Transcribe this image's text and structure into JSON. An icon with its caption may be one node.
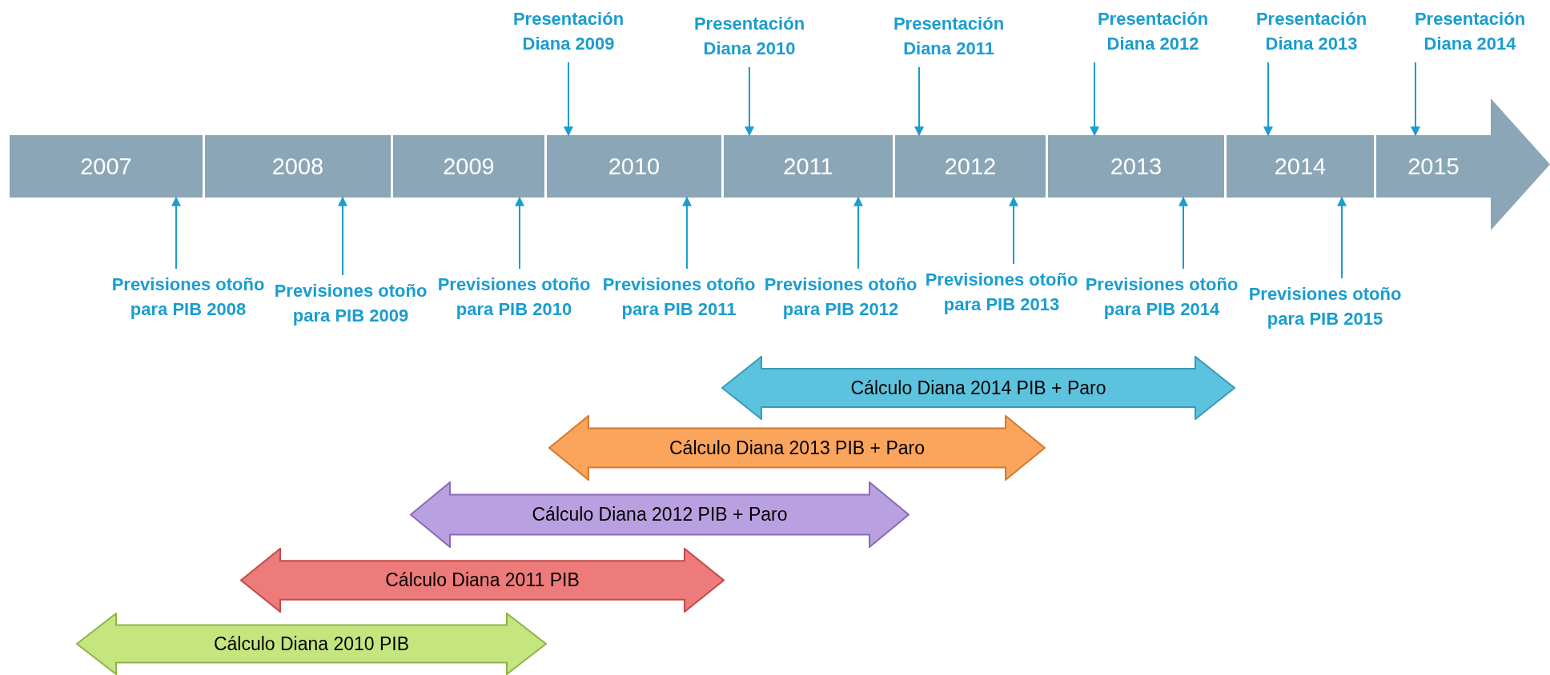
{
  "diagram": {
    "nodes": [
      {
        "text": [],
        "shape": "arrow"
      },
      {
        "text": [
          "2007"
        ],
        "in": 0
      },
      {
        "text": [
          "2008"
        ],
        "in": 0
      },
      {
        "text": [
          "2009"
        ],
        "in": 0
      },
      {
        "text": [
          "2010"
        ],
        "in": 0
      },
      {
        "text": [
          "2011"
        ],
        "in": 0
      },
      {
        "text": [
          "2012"
        ],
        "in": 0
      },
      {
        "text": [
          "2013"
        ],
        "in": 0
      },
      {
        "text": [
          "2014"
        ],
        "in": 0
      },
      {
        "text": [
          "2015"
        ],
        "in": 0
      },
      {
        "text": [
          "Presentación Diana 2009"
        ]
      },
      {
        "text": [
          "Presentación Diana 2010"
        ]
      },
      {
        "text": [
          "Presentación Diana 2011"
        ]
      },
      {
        "text": [
          "Presentación Diana 2012"
        ]
      },
      {
        "text": [
          "Presentación Diana 2013"
        ]
      },
      {
        "text": [
          "Presentación Diana 2014"
        ]
      },
      {
        "text": [
          "Previsiones otoño para PIB 2008"
        ]
      },
      {
        "text": [
          "Previsiones otoño para PIB 2009"
        ]
      },
      {
        "text": [
          "Previsiones otoño para PIB 2010"
        ]
      },
      {
        "text": [
          "Previsiones otoño para PIB 2011"
        ]
      },
      {
        "text": [
          "Previsiones otoño para PIB 2012"
        ]
      },
      {
        "text": [
          "Previsiones otoño para PIB 2013"
        ]
      },
      {
        "text": [
          "Previsiones otoño para PIB 2014"
        ]
      },
      {
        "text": [
          "Previsiones otoño para PIB 2015"
        ]
      },
      {
        "text": [
          "Cálculo Diana 2014 PIB + Paro"
        ]
      },
      {
        "text": [
          "Cálculo Diana 2013 PIB + Paro"
        ]
      },
      {
        "text": [
          "Cálculo Diana 2012 PIB + Paro"
        ]
      },
      {
        "text": [
          "Cálculo Diana 2011 PIB"
        ]
      },
      {
        "text": [
          "Cálculo Diana 2010 PIB"
        ]
      }
    ],
    "edges": [
      {
        "from": 10,
        "to": 4,
        "arrow": "to"
      },
      {
        "from": 11,
        "to": 5,
        "arrow": "to"
      },
      {
        "from": 12,
        "to": 6,
        "arrow": "to"
      },
      {
        "from": 13,
        "to": 7,
        "arrow": "to"
      },
      {
        "from": 14,
        "to": 8,
        "arrow": "to"
      },
      {
        "from": 15,
        "to": 9,
        "arrow": "to"
      },
      {
        "from": 16,
        "to": 1,
        "arrow": "to"
      },
      {
        "from": 17,
        "to": 2,
        "arrow": "to"
      },
      {
        "from": 18,
        "to": 3,
        "arrow": "to"
      },
      {
        "from": 19,
        "to": 4,
        "arrow": "to"
      },
      {
        "from": 20,
        "to": 5,
        "arrow": "to"
      },
      {
        "from": 21,
        "to": 6,
        "arrow": "to"
      },
      {
        "from": 22,
        "to": 7,
        "arrow": "to"
      },
      {
        "from": 23,
        "to": 8,
        "arrow": "to"
      }
    ]
  }
}
